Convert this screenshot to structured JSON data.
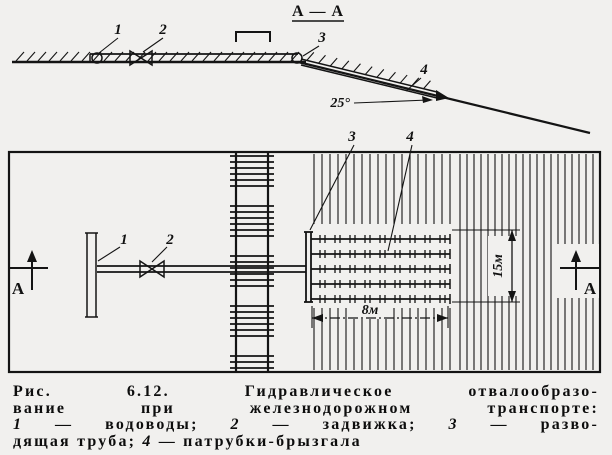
{
  "figure": {
    "colors": {
      "ink": "#141414",
      "paper": "#f1f0ee"
    },
    "section_view": {
      "title": "А — А",
      "label_1": "1",
      "label_2": "2",
      "label_3": "3",
      "label_4": "4",
      "angle": "25°"
    },
    "plan_view": {
      "label_1": "1",
      "label_2": "2",
      "label_3": "3",
      "label_4": "4",
      "dim_width": "8м",
      "dim_height": "15м",
      "marker_left": "А",
      "marker_right": "А"
    },
    "caption": {
      "title_line1": "Рис. 6.12. Гидравлическое отвалообразо-",
      "title_line2": "вание при железнодорожном транспорте:",
      "legend_line1": [
        "1",
        " — водоводы; ",
        "2",
        " — задвижка; ",
        "3",
        " — разво-"
      ],
      "legend_line2": [
        "дящая труба; ",
        "4",
        " — патрубки-брызгала"
      ]
    }
  }
}
